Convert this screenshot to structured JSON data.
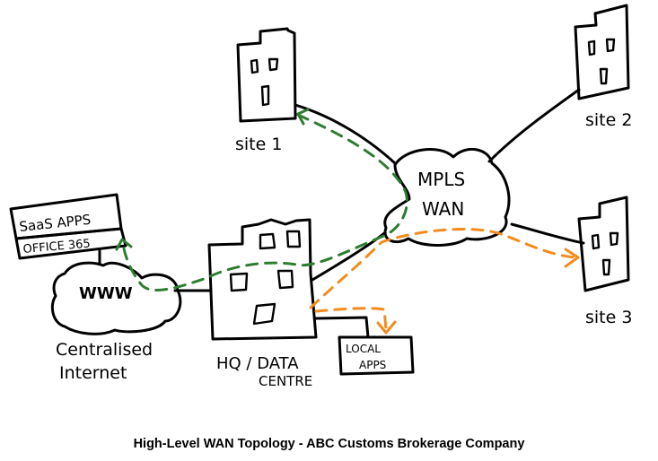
{
  "caption": "High-Level WAN Topology - ABC Customs Brokerage Company",
  "colors": {
    "ink": "#000000",
    "internet_traffic": "#2e7d32",
    "local_traffic": "#f28c1e",
    "background": "#ffffff"
  },
  "nodes": {
    "site1": {
      "label": "site 1",
      "icon": "building-icon"
    },
    "site2": {
      "label": "site 2",
      "icon": "building-icon"
    },
    "site3": {
      "label": "site 3",
      "icon": "building-icon"
    },
    "hq": {
      "label_line1": "HQ / DATA",
      "label_line2": "CENTRE",
      "icon": "building-icon"
    },
    "mpls": {
      "label_line1": "MPLS",
      "label_line2": "WAN",
      "icon": "cloud-icon"
    },
    "www": {
      "label": "WWW",
      "caption_line1": "Centralised",
      "caption_line2": "Internet",
      "icon": "cloud-icon"
    },
    "saas": {
      "row1": "SaaS APPS",
      "row2": "OFFICE 365"
    },
    "local_apps": {
      "line1": "LOCAL",
      "line2": "APPS"
    }
  },
  "links": [
    {
      "from": "site1",
      "to": "mpls",
      "style": "solid"
    },
    {
      "from": "site2",
      "to": "mpls",
      "style": "solid"
    },
    {
      "from": "site3",
      "to": "mpls",
      "style": "solid"
    },
    {
      "from": "hq",
      "to": "mpls",
      "style": "solid"
    },
    {
      "from": "hq",
      "to": "www",
      "style": "solid"
    },
    {
      "from": "www",
      "to": "saas",
      "style": "solid"
    },
    {
      "from": "hq",
      "to": "local_apps",
      "style": "solid"
    }
  ],
  "flows": [
    {
      "name": "site1-internet-via-hq",
      "color": "green",
      "path": [
        "site1",
        "mpls",
        "hq",
        "www",
        "saas"
      ]
    },
    {
      "name": "site3-to-hq",
      "color": "orange",
      "path": [
        "site3",
        "mpls",
        "hq"
      ]
    },
    {
      "name": "hq-to-local-apps",
      "color": "orange",
      "path": [
        "hq",
        "local_apps"
      ]
    }
  ]
}
